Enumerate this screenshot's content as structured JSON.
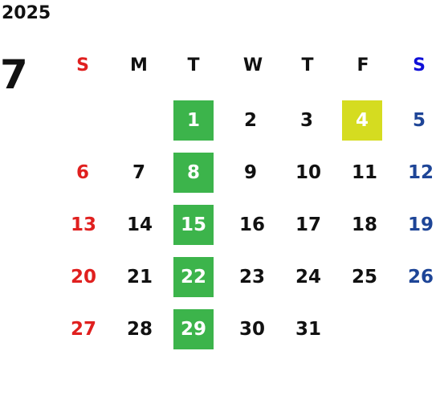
{
  "calendar": {
    "year": "2025",
    "month": "7",
    "weekdays": [
      "S",
      "M",
      "T",
      "W",
      "T",
      "F",
      "S"
    ],
    "weeks": [
      [
        "",
        "",
        "1",
        "2",
        "3",
        "4",
        "5"
      ],
      [
        "6",
        "7",
        "8",
        "9",
        "10",
        "11",
        "12"
      ],
      [
        "13",
        "14",
        "15",
        "16",
        "17",
        "18",
        "19"
      ],
      [
        "20",
        "21",
        "22",
        "23",
        "24",
        "25",
        "26"
      ],
      [
        "27",
        "28",
        "29",
        "30",
        "31",
        "",
        ""
      ]
    ],
    "highlights": {
      "green": [
        "1",
        "8",
        "15",
        "22",
        "29"
      ],
      "yellow": [
        "4"
      ]
    },
    "colors": {
      "sunday": "#e0201f",
      "saturday_header": "#1010d8",
      "saturday": "#1e4597",
      "highlight_green": "#3cb44b",
      "highlight_yellow": "#d5dc20"
    }
  }
}
